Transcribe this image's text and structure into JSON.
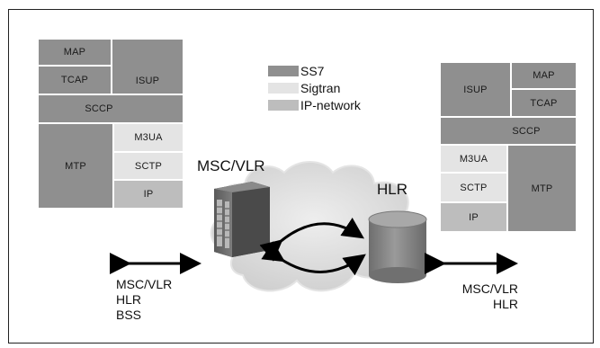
{
  "colors": {
    "ss7": "#8f8f8f",
    "sigtran": "#e4e4e4",
    "ip_network": "#bdbdbd"
  },
  "legend": [
    {
      "label": "SS7",
      "color": "#8f8f8f"
    },
    {
      "label": "Sigtran",
      "color": "#e4e4e4"
    },
    {
      "label": "IP-network",
      "color": "#bdbdbd"
    }
  ],
  "left_stack": {
    "map": "MAP",
    "tcap": "TCAP",
    "isup": "ISUP",
    "sccp": "SCCP",
    "mtp": "MTP",
    "m3ua": "M3UA",
    "sctp": "SCTP",
    "ip": "IP"
  },
  "right_stack": {
    "isup": "ISUP",
    "map": "MAP",
    "tcap": "TCAP",
    "sccp": "SCCP",
    "m3ua": "M3UA",
    "sctp": "SCTP",
    "ip": "IP",
    "mtp": "MTP"
  },
  "nodes": {
    "msc_vlr": "MSC/VLR",
    "hlr": "HLR"
  },
  "left_caption": [
    "MSC/VLR",
    "HLR",
    "BSS"
  ],
  "right_caption": [
    "MSC/VLR",
    "HLR"
  ]
}
